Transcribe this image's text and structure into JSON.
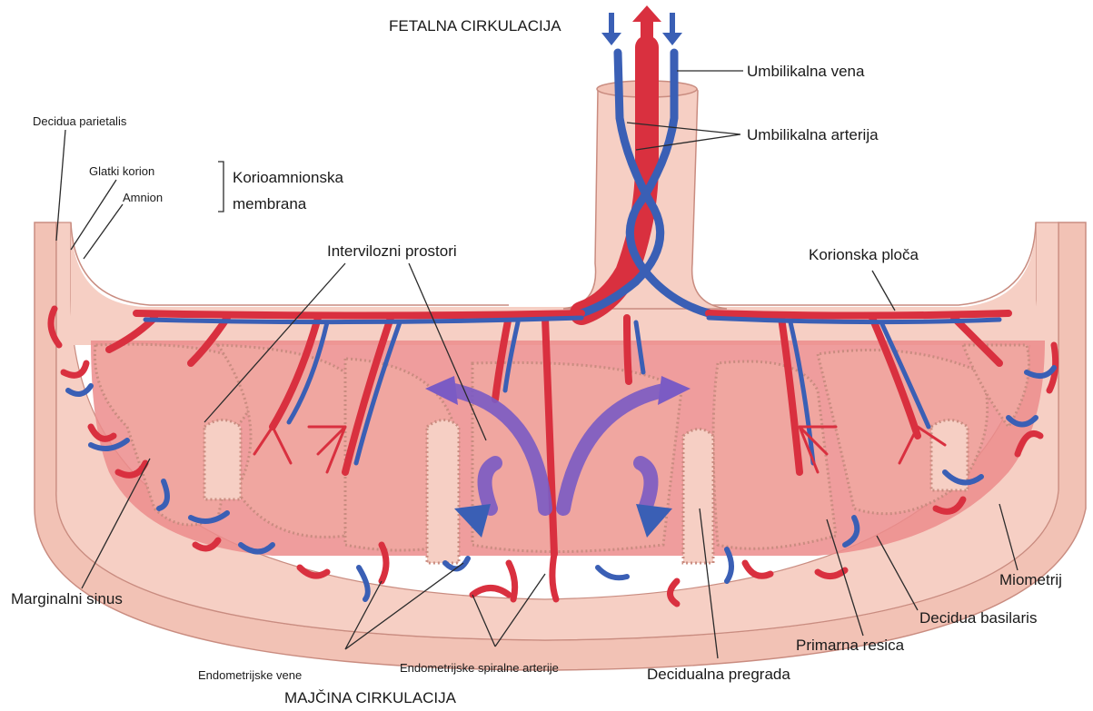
{
  "colors": {
    "artery": "#d9303f",
    "vein": "#3a5fb5",
    "tissue_light": "#f6cfc4",
    "tissue_mid": "#efb3a6",
    "blood_space": "#ec8c8c",
    "flow_arrow": "#7b5bc4",
    "border": "#c98c80"
  },
  "labels": {
    "fetal_circulation": "FETALNA CIRKULACIJA",
    "maternal_circulation": "MAJČINA CIRKULACIJA",
    "umbilical_vein": "Umbilikalna vena",
    "umbilical_artery": "Umbilikalna arterija",
    "decidua_parietalis": "Decidua parietalis",
    "smooth_chorion": "Glatki korion",
    "amnion": "Amnion",
    "chorioamnionic_membrane_line1": "Korioamnionska",
    "chorioamnionic_membrane_line2": "membrana",
    "intervillous_spaces": "Intervilozni prostori",
    "chorionic_plate": "Korionska ploča",
    "marginal_sinus": "Marginalni sinus",
    "myometrium": "Miometrij",
    "decidua_basalis": "Decidua basilaris",
    "primary_villus": "Primarna resica",
    "endometrial_veins": "Endometrijske vene",
    "endometrial_spiral_arteries": "Endometrijske spiralne arterije",
    "decidual_septum": "Decidualna pregrada"
  }
}
